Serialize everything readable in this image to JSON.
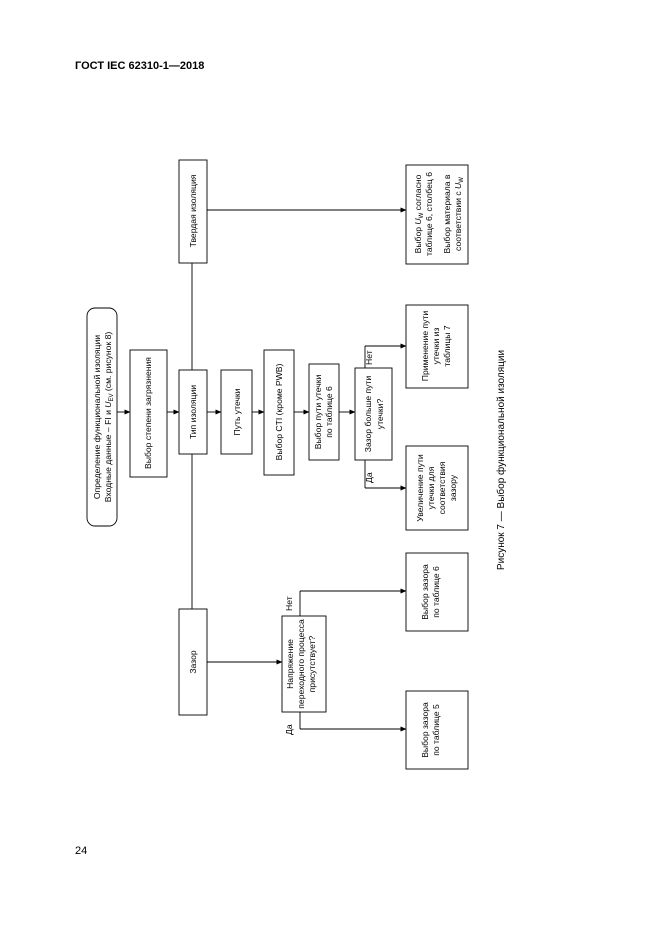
{
  "document": {
    "header": "ГОСТ IEC 62310-1—2018",
    "page_number": "24",
    "caption": "Рисунок 7 — Выбор функциональной изоляции"
  },
  "flowchart": {
    "start": {
      "line1": "Определение функциональной изоляции",
      "line2_prefix": "Входные данные – FI и ",
      "line2_sym": "U",
      "line2_sub": "EV",
      "line2_suffix": " (см. рисунок 8)"
    },
    "pollution": "Выбор степени загрязнения",
    "insulation_type": "Тип изоляции",
    "solid": "Твердая изоляция",
    "solid_result": {
      "line1_prefix": "Выбор ",
      "line1_sym": "U",
      "line1_sub": "W",
      "line1_suffix": " согласно",
      "line2": "таблице 6, столбец 6",
      "line3": "Выбор материала в",
      "line4_prefix": "соответствии с ",
      "line4_sym": "U",
      "line4_sub": "W"
    },
    "creepage": "Путь утечки",
    "cti": "Выбор CTI (кроме PWB)",
    "creepage_table6": [
      "Выбор пути утечки",
      "по таблице 6"
    ],
    "clearance_check": [
      "Зазор больше пути",
      "утечки?"
    ],
    "creepage_table7": [
      "Применение пути",
      "утечки из",
      "таблицы 7"
    ],
    "increase_creepage": [
      "Увеличение пути",
      "утечки для",
      "соответствия",
      "зазору"
    ],
    "clearance": "Зазор",
    "transient_question": [
      "Напряжение",
      "переходного процесса",
      "присутствует?"
    ],
    "clearance_table6": [
      "Выбор зазора",
      "по таблице 6"
    ],
    "clearance_table5": [
      "Выбор зазора",
      "по таблице 5"
    ],
    "yes": "Да",
    "no": "Нет"
  }
}
